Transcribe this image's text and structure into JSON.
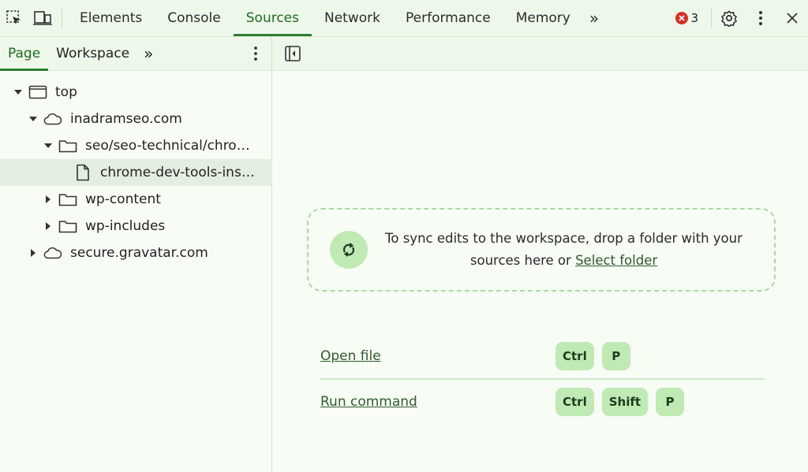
{
  "toolbar": {
    "tabs": [
      "Elements",
      "Console",
      "Sources",
      "Network",
      "Performance",
      "Memory"
    ],
    "active_tab": "Sources",
    "more_label": "»",
    "error_count": "3"
  },
  "navigator": {
    "tabs": [
      "Page",
      "Workspace"
    ],
    "active_tab": "Page",
    "more_label": "»",
    "tree": [
      {
        "label": "top",
        "depth": 0,
        "expanded": true,
        "type": "frame"
      },
      {
        "label": "inadramseo.com",
        "depth": 1,
        "expanded": true,
        "type": "cloud"
      },
      {
        "label": "seo/seo-technical/chro…",
        "depth": 2,
        "expanded": true,
        "type": "folder"
      },
      {
        "label": "chrome-dev-tools-ins…",
        "depth": 3,
        "type": "file",
        "selected": true
      },
      {
        "label": "wp-content",
        "depth": 2,
        "expanded": false,
        "type": "folder"
      },
      {
        "label": "wp-includes",
        "depth": 2,
        "expanded": false,
        "type": "folder"
      },
      {
        "label": "secure.gravatar.com",
        "depth": 1,
        "expanded": false,
        "type": "cloud"
      }
    ]
  },
  "workspace": {
    "drop_text": "To sync edits to the workspace, drop a folder with your",
    "drop_text_2": "sources here or",
    "select_folder": "Select folder"
  },
  "shortcuts": [
    {
      "label": "Open file",
      "keys": [
        "Ctrl",
        "P"
      ]
    },
    {
      "label": "Run command",
      "keys": [
        "Ctrl",
        "Shift",
        "P"
      ]
    }
  ],
  "colors": {
    "accent": "#2e7d32",
    "error": "#d93025",
    "key_bg": "#bfeab3"
  }
}
